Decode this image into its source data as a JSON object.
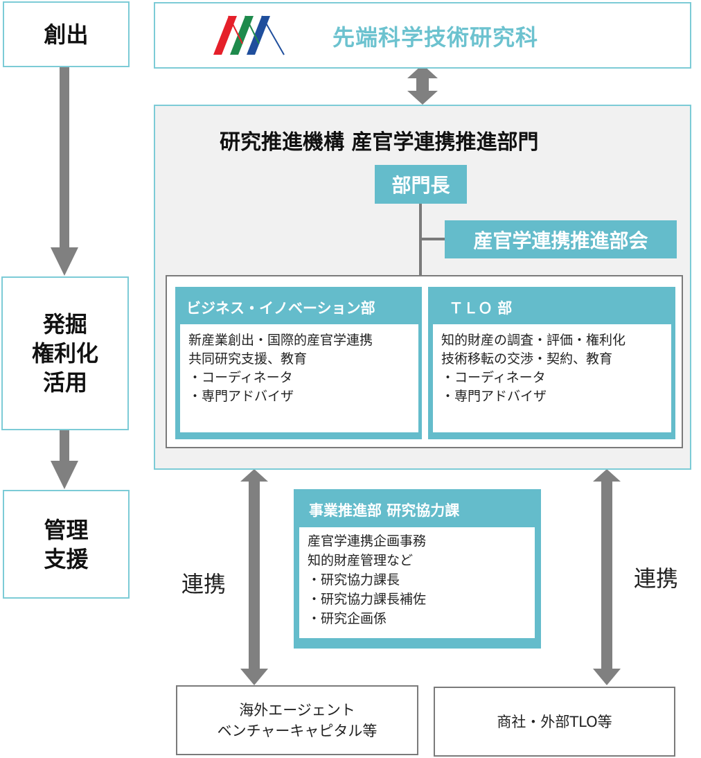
{
  "stages": [
    {
      "lines": [
        "創出"
      ]
    },
    {
      "lines": [
        "発掘",
        "権利化",
        "活用"
      ]
    },
    {
      "lines": [
        "管理",
        "支援"
      ]
    }
  ],
  "header": {
    "title": "先端科学技術研究科",
    "logo_colors": [
      "#e5202a",
      "#1e8a4c",
      "#1f4e9c"
    ]
  },
  "main": {
    "title": "研究推進機構 産官学連携推進部門",
    "head": "部門長",
    "committee": "産官学連携推進部会",
    "departments": [
      {
        "name": "ビジネス・イノベーション部",
        "lines": [
          "新産業創出・国際的産官学連携",
          "共同研究支援、教育",
          "・コーディネータ",
          "・専門アドバイザ"
        ]
      },
      {
        "name": "ＴＬＯ 部",
        "lines": [
          "知的財産の調査・評価・権利化",
          "技術移転の交渉・契約、教育",
          "・コーディネータ",
          "・専門アドバイザ"
        ]
      }
    ]
  },
  "office": {
    "name": "事業推進部 研究協力課",
    "lines": [
      "産官学連携企画事務",
      "知的財産管理など",
      "・研究協力課長",
      "・研究協力課長補佐",
      "・研究企画係"
    ]
  },
  "collab_left": "連携",
  "collab_right": "連携",
  "partners": [
    {
      "lines": [
        "海外エージェント",
        "ベンチャーキャピタル等"
      ]
    },
    {
      "lines": [
        "商社・外部TLO等"
      ]
    }
  ],
  "colors": {
    "accent_border": "#7ccbd6",
    "teal_fill": "#64bccb",
    "arrow_gray": "#808080",
    "panel_bg": "#f1f1f1"
  }
}
